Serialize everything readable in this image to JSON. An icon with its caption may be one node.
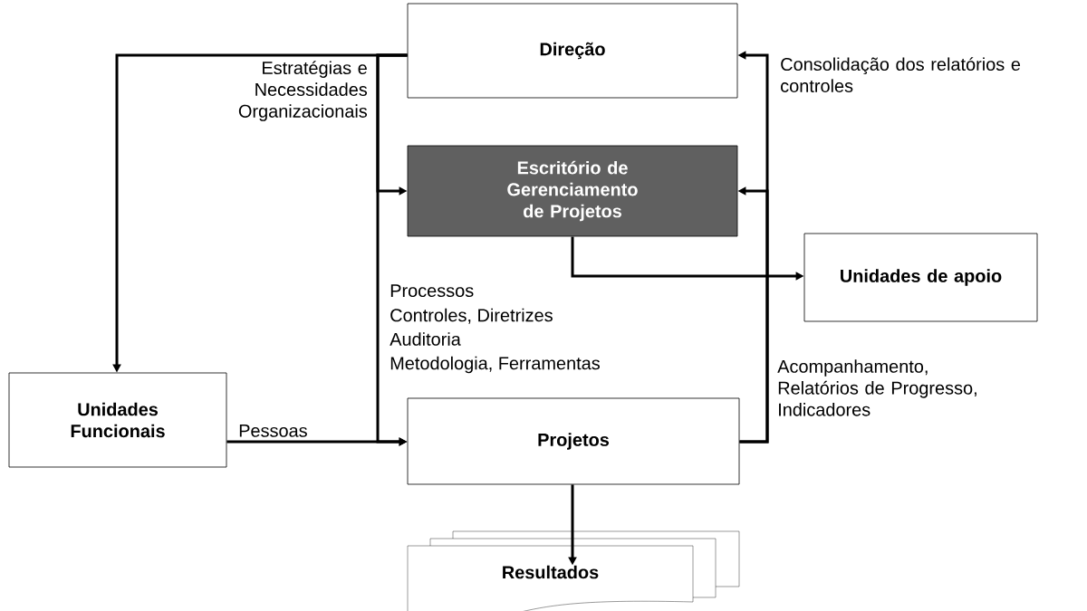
{
  "diagram": {
    "nodes": [
      {
        "text": [
          "Direção"
        ]
      },
      {
        "text": [
          "Escritório de Gerenciamento de Projetos"
        ]
      },
      {
        "text": [
          "Unidades de apoio"
        ]
      },
      {
        "text": [
          "Unidades Funcionais"
        ]
      },
      {
        "text": [
          "Projetos"
        ]
      },
      {
        "text": [
          "Resultados"
        ]
      }
    ],
    "edges": [
      {
        "from": 0,
        "to": 3,
        "arrow": "to",
        "label": "Estratégias e Necessidades Organizacionais"
      },
      {
        "from": 0,
        "to": 1,
        "arrow": "to"
      },
      {
        "from": 0,
        "to": 4,
        "arrow": "to"
      },
      {
        "from": 3,
        "to": 4,
        "arrow": "to",
        "label": "Pessoas"
      },
      {
        "from": 4,
        "to": 0,
        "arrow": "to",
        "label": "Consolidação dos relatórios e controles"
      },
      {
        "from": 4,
        "to": 1,
        "arrow": "to",
        "label": "Acompanhamento, Relatórios de Progresso, Indicadores"
      },
      {
        "from": 1,
        "to": 2,
        "arrow": "to"
      },
      {
        "from": 4,
        "to": 5,
        "arrow": "to"
      }
    ],
    "labels": [
      "Processos",
      "Controles, Diretrizes",
      "Auditoria",
      "Metodologia, Ferramentas"
    ]
  }
}
